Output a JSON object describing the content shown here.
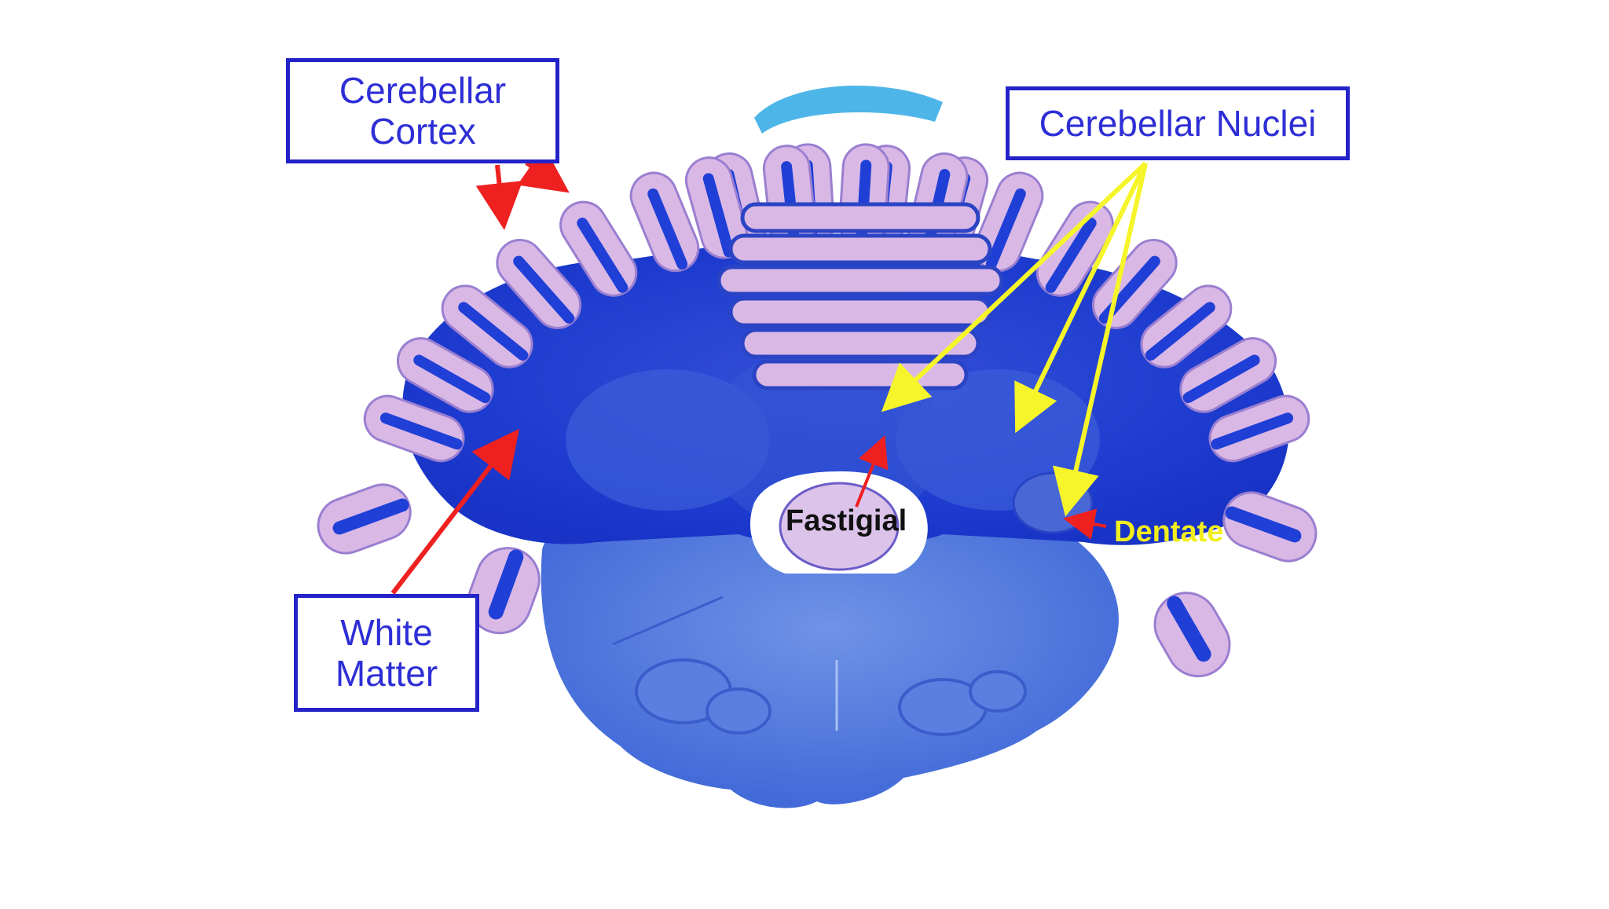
{
  "labels": {
    "cerebellar_cortex": [
      "Cerebellar",
      "Cortex"
    ],
    "cerebellar_nuclei": "Cerebellar Nuclei",
    "white_matter": [
      "White",
      "Matter"
    ],
    "fastigial": "Fastigial",
    "dentate": "Dentate"
  },
  "colors": {
    "box_border": "#2323c8",
    "box_text": "#2e2ed6",
    "red_arrow": "#ee2020",
    "yellow_arrow": "#f5f52a",
    "white_matter_stain": "#1f3fd6",
    "brainstem_stain": "#4a72dc",
    "gray_matter_stain": "#d9b8e6",
    "fastigial_text": "#111111",
    "dentate_text": "#f2ee1e"
  }
}
